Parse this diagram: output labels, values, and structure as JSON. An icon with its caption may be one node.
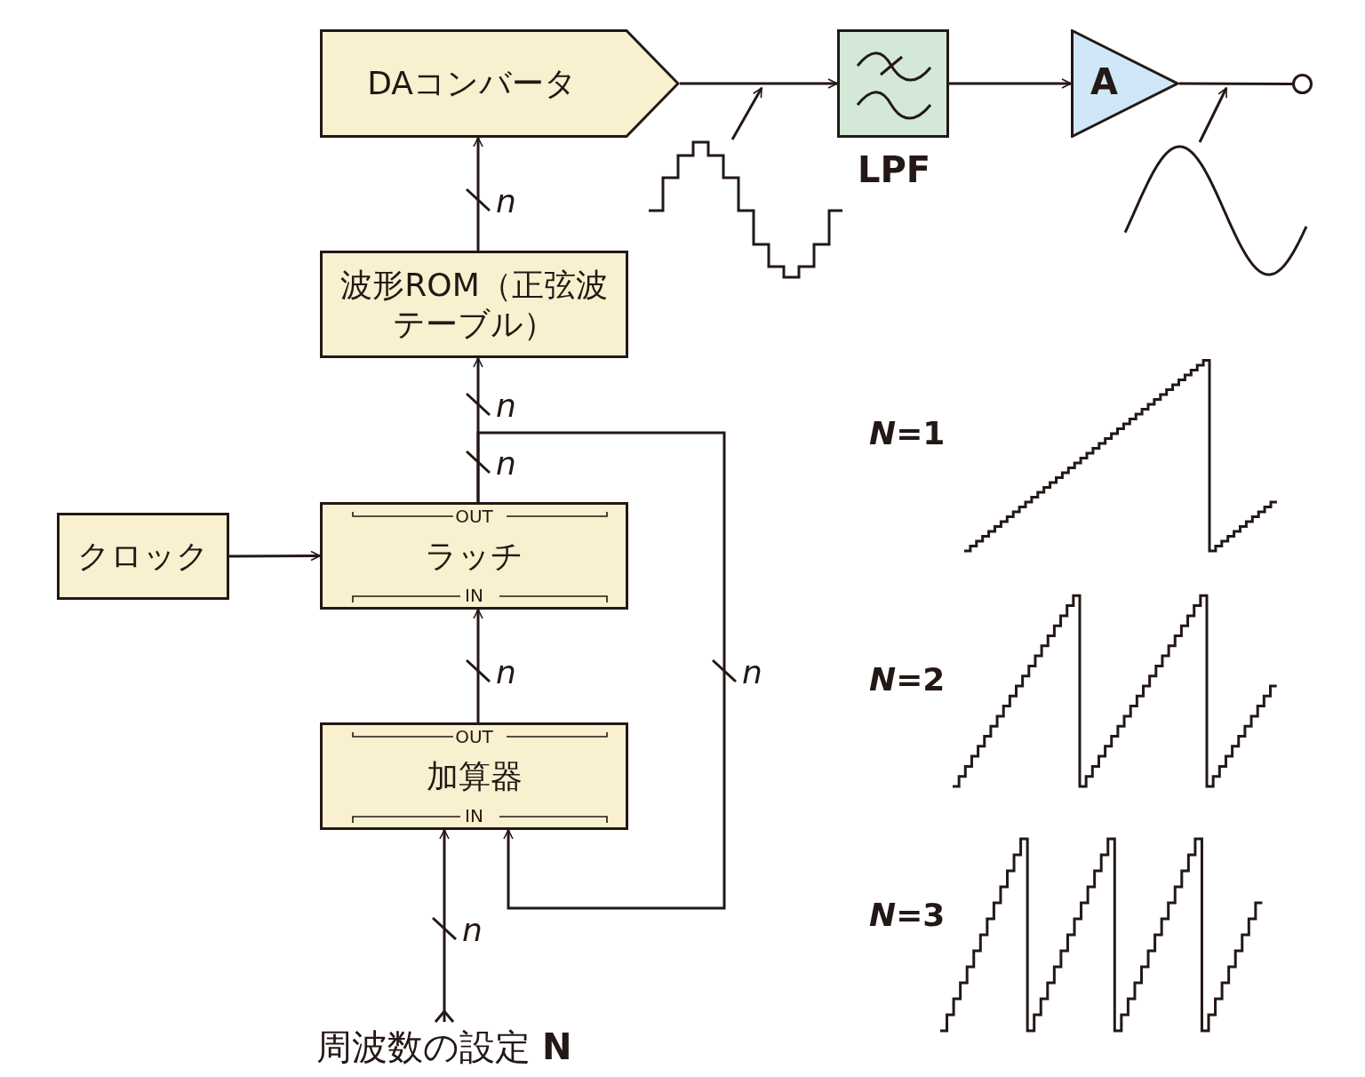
{
  "diagram": {
    "nodes": [
      {
        "text": [
          "DAコンバータ"
        ]
      },
      {
        "text": [],
        "shape": "box",
        "beside": [
          "LPF"
        ]
      },
      {
        "text": [
          "A"
        ]
      },
      {
        "text": [],
        "shape": "circle"
      },
      {
        "text": [
          "波形ROM（正弦波テーブル）"
        ]
      },
      {
        "text": [
          "OUT",
          "ラッチ",
          "IN"
        ]
      },
      {
        "text": [
          "クロック"
        ]
      },
      {
        "text": [
          "OUT",
          "加算器",
          "IN"
        ]
      },
      {
        "text": [
          "周波数の設定 **N**"
        ]
      },
      {
        "text": [],
        "shape": "picture"
      },
      {
        "text": [],
        "shape": "picture"
      }
    ],
    "edges": [
      {
        "from": 0,
        "to": 1,
        "arrow": "to"
      },
      {
        "from": 1,
        "to": 2,
        "arrow": "to"
      },
      {
        "from": 2,
        "to": 3,
        "arrow": "none"
      },
      {
        "from": 4,
        "to": 0,
        "arrow": "to",
        "label": "n"
      },
      {
        "from": 5,
        "to": 4,
        "arrow": "to",
        "label": "n"
      },
      {
        "from": 5,
        "to": 7,
        "arrow": "to",
        "label": "n"
      },
      {
        "from": 6,
        "to": 5,
        "arrow": "to"
      },
      {
        "from": 7,
        "to": 5,
        "arrow": "to",
        "label": "n"
      },
      {
        "from": 8,
        "to": 7,
        "arrow": "to",
        "label": "n"
      },
      {
        "from": 9,
        "to": null,
        "arrow": "to"
      },
      {
        "from": 10,
        "to": null,
        "arrow": "to"
      }
    ],
    "labels": [
      "n",
      "*N*=1",
      "*N*=2",
      "*N*=3"
    ]
  }
}
